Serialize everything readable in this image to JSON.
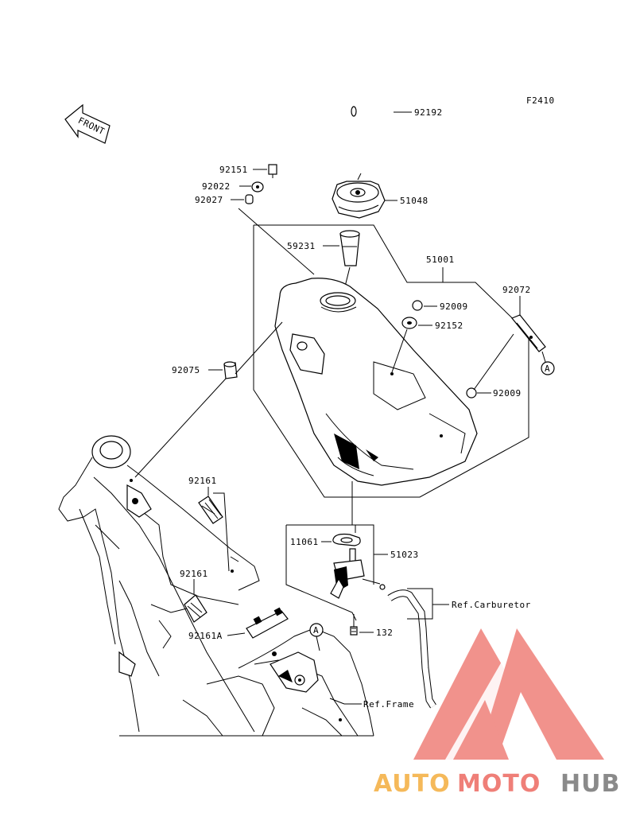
{
  "figure_code": "F2410",
  "front_label": "FRONT",
  "callouts": {
    "c92192": "92192",
    "c51048": "51048",
    "c92151": "92151",
    "c92022": "92022",
    "c92027": "92027",
    "c59231": "59231",
    "c51001": "51001",
    "c92072": "92072",
    "c92009a": "92009",
    "c92152": "92152",
    "c92075": "92075",
    "c92009b": "92009",
    "c92161a": "92161",
    "c11061": "11061",
    "c51023": "51023",
    "c92161b": "92161",
    "c92161A": "92161A",
    "c132": "132",
    "ref_carb": "Ref.Carburetor",
    "ref_frame": "Ref.Frame",
    "ref_a1": "A",
    "ref_a2": "A"
  },
  "watermark": {
    "part1": "AUTO",
    "part2": "MOTO",
    "part3": "HUB",
    "color1": "#f5b95a",
    "color2": "#ef7f78",
    "color3": "#8a8a8a"
  }
}
